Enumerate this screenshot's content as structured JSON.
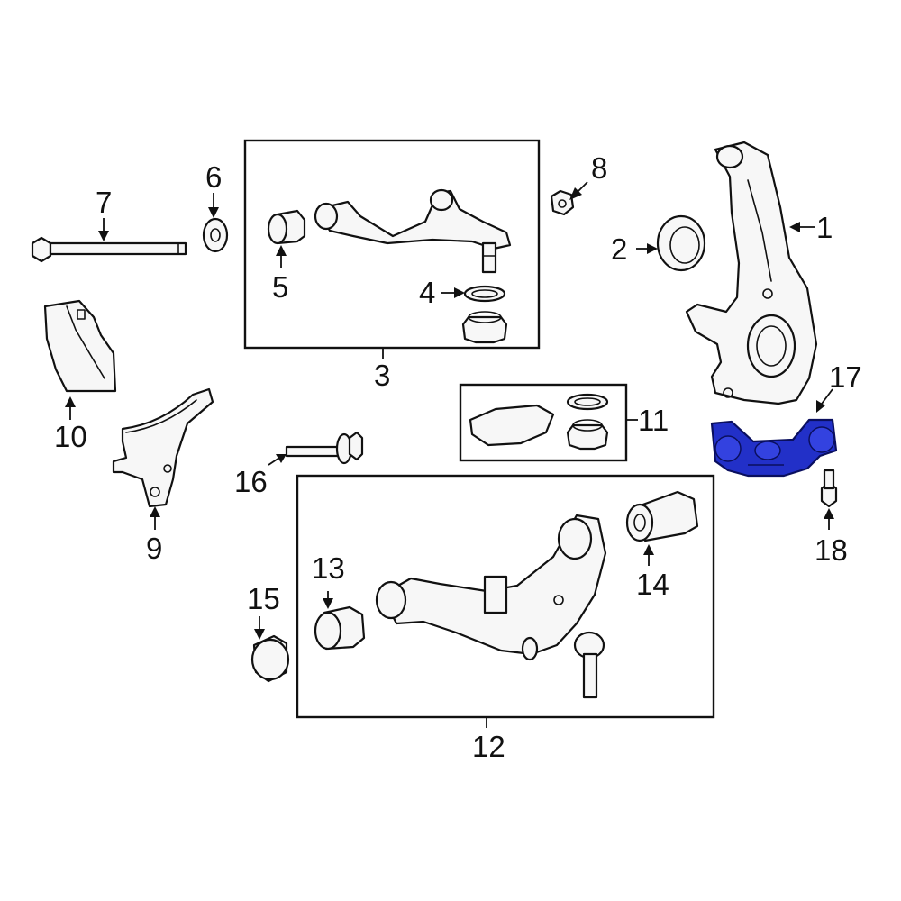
{
  "diagram": {
    "highlight_color": "#2230c8",
    "callouts": [
      "1",
      "2",
      "3",
      "4",
      "5",
      "6",
      "7",
      "8",
      "9",
      "10",
      "11",
      "12",
      "13",
      "14",
      "15",
      "16",
      "17",
      "18"
    ],
    "highlighted_part": "17"
  }
}
